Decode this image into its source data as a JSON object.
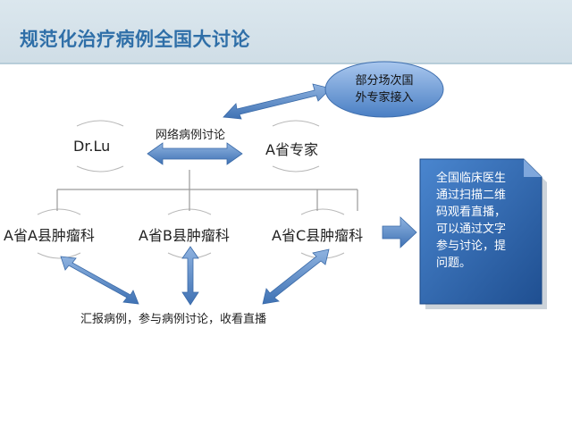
{
  "title": "规范化治疗病例全国大讨论",
  "nodes": {
    "drlu": "Dr.Lu",
    "expert_a": "A省专家",
    "county_a": "A省A县肿瘤科",
    "county_b": "A省B县肿瘤科",
    "county_c": "A省C县肿瘤科"
  },
  "labels": {
    "network_discussion": "网络病例讨论",
    "bottom_caption": "汇报病例，参与病例讨论，收看直播"
  },
  "foreign_bubble": {
    "line1": "部分场次国",
    "line2": "外专家接入"
  },
  "note": {
    "lines": [
      "全国临床医生",
      "通过扫描二维",
      "码观看直播，",
      "可以通过文字",
      "参与讨论，提",
      "问题。"
    ]
  },
  "colors": {
    "title": "#2f6fa8",
    "arrow": "#4f81bd",
    "note_fill": "#2e64a8",
    "bubble_fill": "#5b8fd0"
  }
}
